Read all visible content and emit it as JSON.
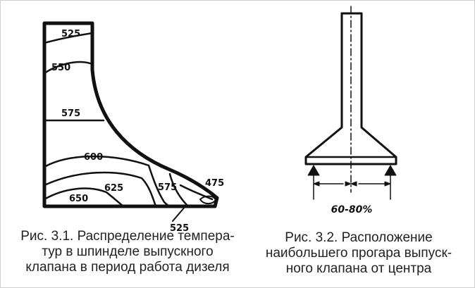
{
  "figure1": {
    "isotherm_labels": [
      "525",
      "550",
      "575",
      "600",
      "625",
      "650",
      "575",
      "475",
      "525"
    ]
  },
  "figure2": {
    "dimension_label": "60-80%"
  },
  "captions": {
    "fig1": [
      "Рис. 3.1. Распределение темпера-",
      "тур в шпинделе выпускного",
      "клапана в период работа дизеля"
    ],
    "fig2": [
      "Рис. 3.2. Расположение",
      "наибольшего прогара выпуск-",
      "ного клапана от центра"
    ]
  },
  "colors": {
    "ink": "#111111",
    "caption": "#222222",
    "border": "#cfcfcf"
  }
}
